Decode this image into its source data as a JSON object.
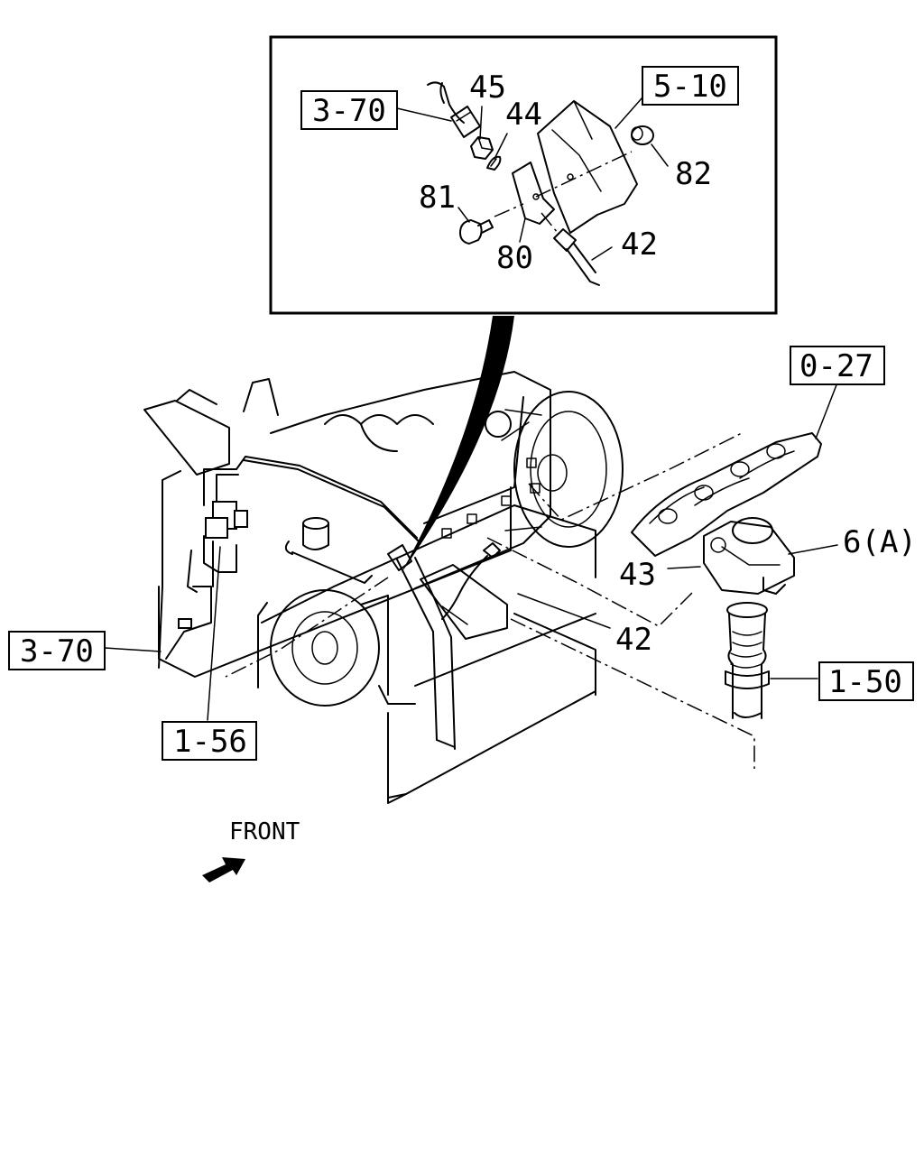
{
  "diagram": {
    "boxed_refs": {
      "detail_3_70": "3-70",
      "detail_5_10": "5-10",
      "main_0_27": "0-27",
      "main_3_70": "3-70",
      "main_1_56": "1-56",
      "main_1_50": "1-50"
    },
    "callouts": {
      "p45": "45",
      "p44": "44",
      "p81": "81",
      "p82": "82",
      "p80": "80",
      "p42_detail": "42",
      "p6a": "6(A)",
      "p43": "43",
      "p42_main": "42"
    },
    "front_label": "FRONT"
  }
}
